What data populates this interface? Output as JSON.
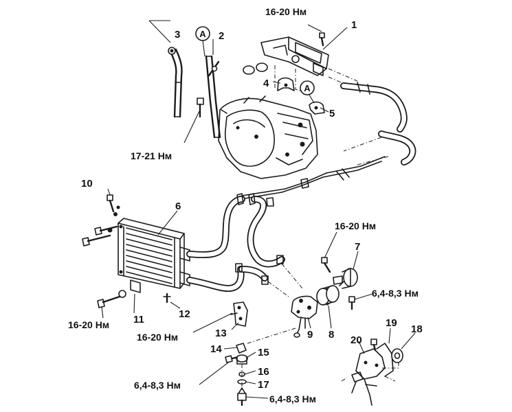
{
  "callouts": [
    {
      "id": "1",
      "text": "1"
    },
    {
      "id": "2",
      "text": "2"
    },
    {
      "id": "3",
      "text": "3"
    },
    {
      "id": "4",
      "text": "4"
    },
    {
      "id": "5",
      "text": "5"
    },
    {
      "id": "6",
      "text": "6"
    },
    {
      "id": "7",
      "text": "7"
    },
    {
      "id": "8",
      "text": "8"
    },
    {
      "id": "9",
      "text": "9"
    },
    {
      "id": "10",
      "text": "10"
    },
    {
      "id": "11",
      "text": "11"
    },
    {
      "id": "12",
      "text": "12"
    },
    {
      "id": "13",
      "text": "13"
    },
    {
      "id": "14",
      "text": "14"
    },
    {
      "id": "15",
      "text": "15"
    },
    {
      "id": "16",
      "text": "16"
    },
    {
      "id": "17",
      "text": "17"
    },
    {
      "id": "18",
      "text": "18"
    },
    {
      "id": "19",
      "text": "19"
    },
    {
      "id": "20",
      "text": "20"
    }
  ],
  "torques": {
    "t_top": "16-20 Нм",
    "t_mount": "17-21 Нм",
    "t_7a": "16-20 Нм",
    "t_7b": "6,4-8,3 Нм",
    "t_11": "16-20 Нм",
    "t_13": "16-20 Нм",
    "t_14": "6,4-8,3 Нм",
    "t_17": "6,4-8,3 Нм"
  },
  "markers": {
    "a1": "A",
    "a2": "A"
  }
}
